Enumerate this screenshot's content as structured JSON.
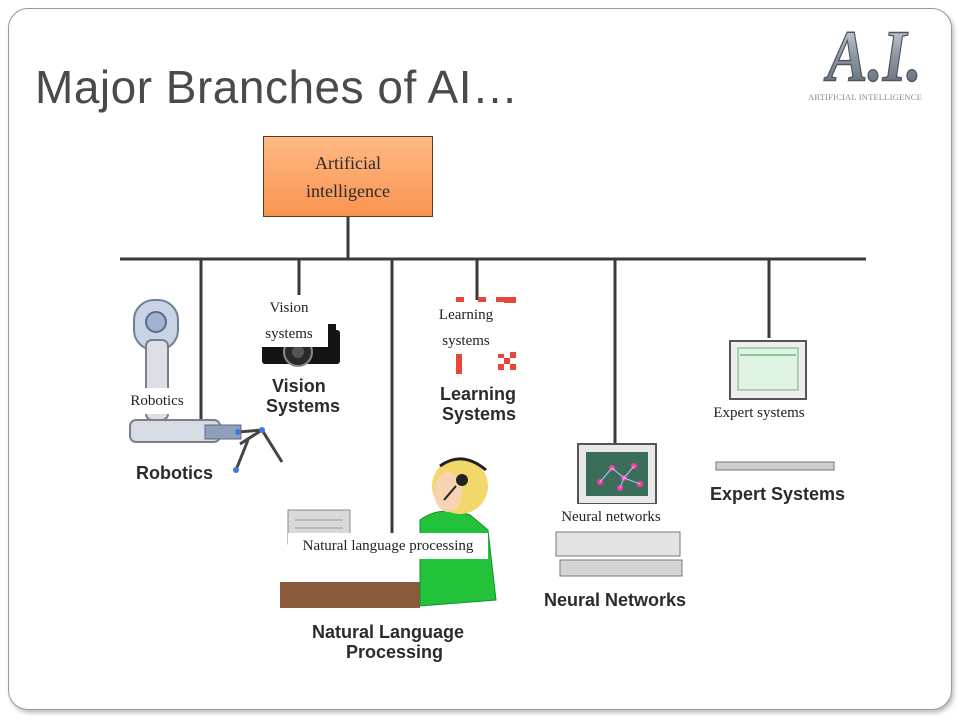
{
  "slide": {
    "title": "Major Branches of AI…",
    "logo": {
      "mark": "A.I.",
      "subtitle": "ARTIFICIAL INTELLIGENCE"
    }
  },
  "diagram": {
    "root": "Artificial intelligence",
    "branches": [
      {
        "label": "Robotics",
        "caption": "Robotics"
      },
      {
        "label": "Vision systems",
        "caption": [
          "Vision",
          "Systems"
        ]
      },
      {
        "label": "Natural language processing",
        "caption": [
          "Natural Language",
          "Processing"
        ]
      },
      {
        "label": "Learning systems",
        "caption": [
          "Learning",
          "Systems"
        ]
      },
      {
        "label": "Neural networks",
        "caption": "Neural Networks"
      },
      {
        "label": "Expert systems",
        "caption": "Expert Systems"
      }
    ]
  }
}
